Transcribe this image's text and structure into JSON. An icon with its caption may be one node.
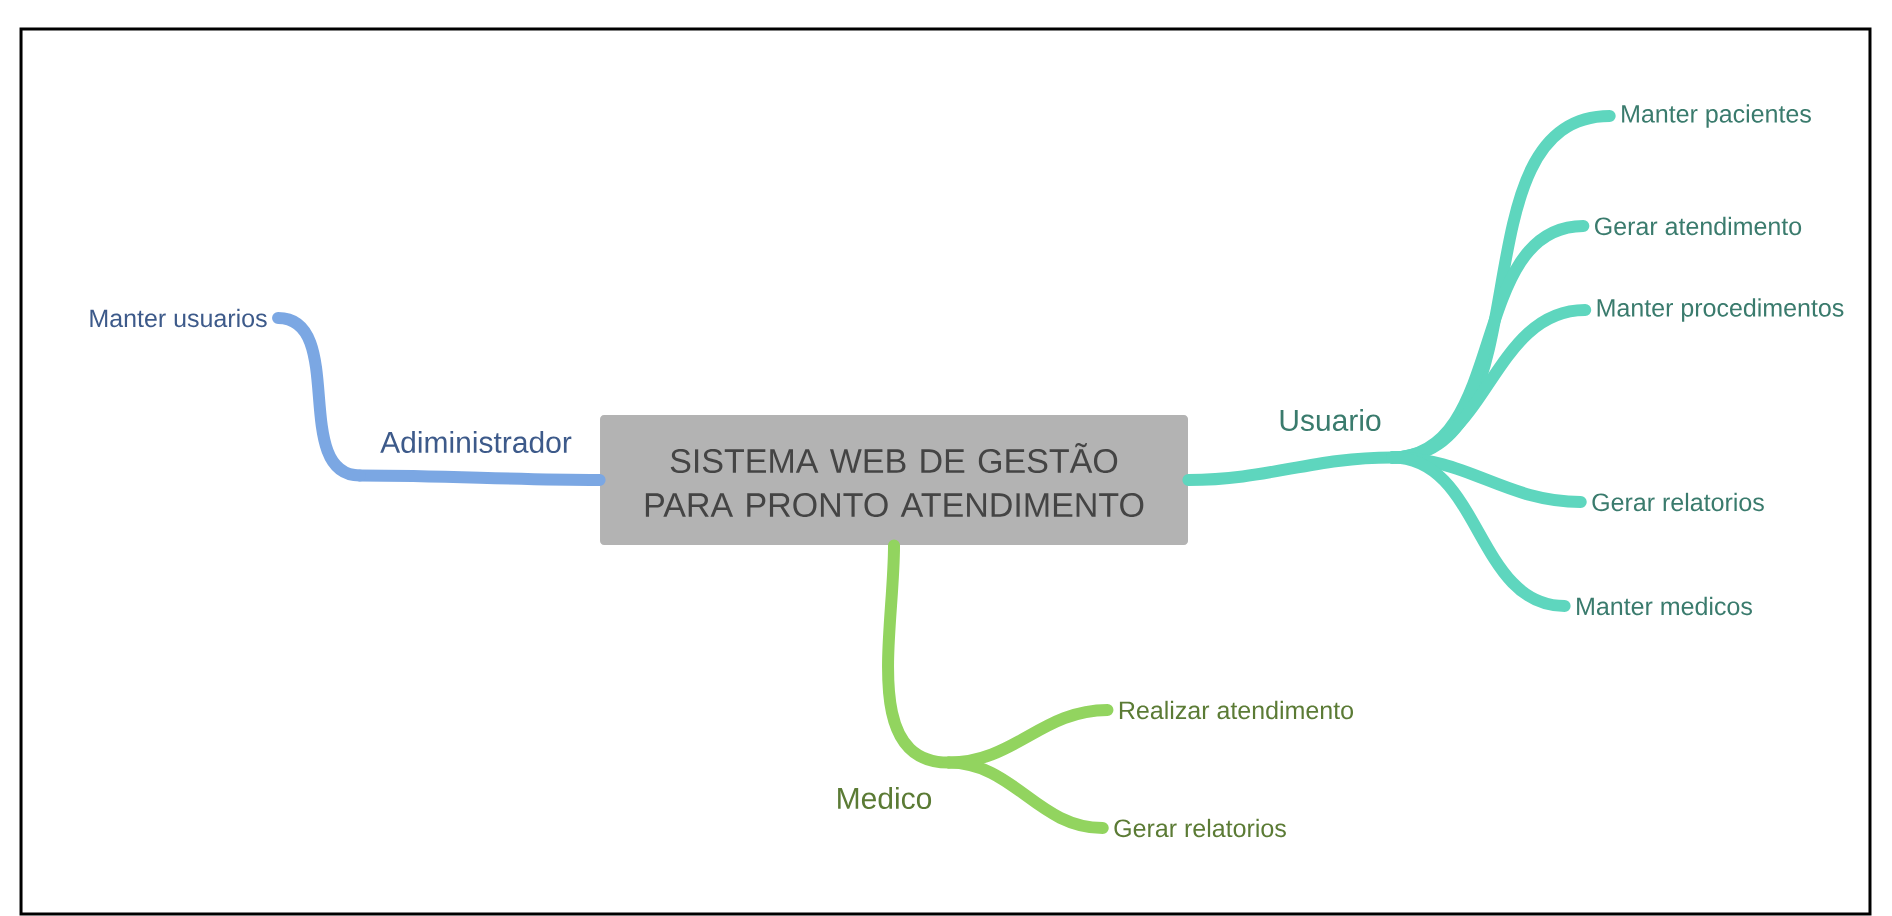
{
  "diagram": {
    "nodes": [
      {
        "text": [
          "SISTEMA WEB DE GESTÃO PARA PRONTO ATENDIMENTO"
        ]
      },
      {
        "text": [
          "Adiministrador"
        ]
      },
      {
        "text": [
          "Manter usuarios"
        ]
      },
      {
        "text": [
          "Usuario"
        ]
      },
      {
        "text": [
          "Manter pacientes"
        ]
      },
      {
        "text": [
          "Gerar atendimento"
        ]
      },
      {
        "text": [
          "Manter procedimentos"
        ]
      },
      {
        "text": [
          "Gerar relatorios"
        ]
      },
      {
        "text": [
          "Manter medicos"
        ]
      },
      {
        "text": [
          "Medico"
        ]
      },
      {
        "text": [
          "Realizar atendimento"
        ]
      },
      {
        "text": [
          "Gerar relatorios"
        ]
      }
    ],
    "edges": [
      {
        "from": 0,
        "to": 1,
        "arrow": "none",
        "color": "#7ba7e3"
      },
      {
        "from": 1,
        "to": 2,
        "arrow": "none",
        "color": "#7ba7e3"
      },
      {
        "from": 0,
        "to": 3,
        "arrow": "none"
      },
      {
        "from": 3,
        "to": 4,
        "arrow": "none"
      },
      {
        "from": 3,
        "to": 5,
        "arrow": "none"
      },
      {
        "from": 3,
        "to": 6,
        "arrow": "none"
      },
      {
        "from": 3,
        "to": 7,
        "arrow": "none"
      },
      {
        "from": 3,
        "to": 8,
        "arrow": "none"
      },
      {
        "from": 0,
        "to": 9,
        "arrow": "none",
        "color": "#92d45f"
      },
      {
        "from": 9,
        "to": 10,
        "arrow": "none",
        "color": "#92d45f"
      },
      {
        "from": 9,
        "to": 11,
        "arrow": "none",
        "color": "#92d45f"
      }
    ]
  }
}
